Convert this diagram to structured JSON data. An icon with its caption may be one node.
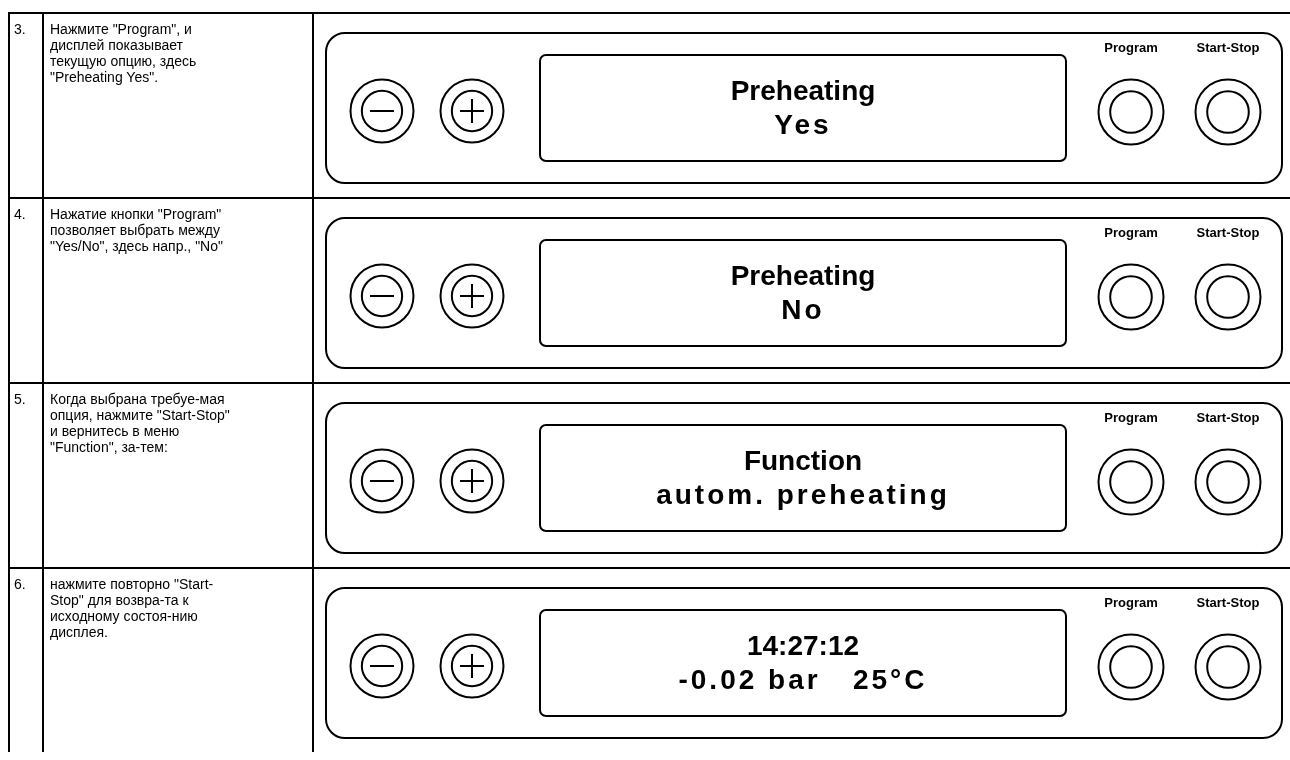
{
  "diagram": {
    "nodes": [
      {
        "text": [],
        "shape": "box"
      },
      {
        "text": [],
        "shape": "circle",
        "in": 0
      },
      {
        "text": [],
        "shape": "circle",
        "in": 0
      },
      {
        "text": [
          "Preheating",
          "Yes"
        ],
        "in": 0
      },
      {
        "text": [
          "Program"
        ],
        "in": 0
      },
      {
        "text": [
          "Start-Stop"
        ],
        "in": 0
      },
      {
        "text": [],
        "shape": "box"
      },
      {
        "text": [],
        "shape": "circle",
        "in": 6
      },
      {
        "text": [],
        "shape": "circle",
        "in": 6
      },
      {
        "text": [
          "Preheating",
          "No"
        ],
        "in": 6
      },
      {
        "text": [
          "Program"
        ],
        "in": 6
      },
      {
        "text": [
          "Start-Stop"
        ],
        "in": 6
      },
      {
        "text": [],
        "shape": "box"
      },
      {
        "text": [],
        "shape": "circle",
        "in": 12
      },
      {
        "text": [],
        "shape": "circle",
        "in": 12
      },
      {
        "text": [
          "Function",
          "autom. preheating"
        ],
        "in": 12
      },
      {
        "text": [
          "Program"
        ],
        "in": 12
      },
      {
        "text": [
          "Start-Stop"
        ],
        "in": 12
      },
      {
        "text": [],
        "shape": "box"
      },
      {
        "text": [],
        "shape": "circle",
        "in": 18
      },
      {
        "text": [],
        "shape": "circle",
        "in": 18
      },
      {
        "text": [
          "14:27:12",
          "-0.02 bar   25°C"
        ],
        "in": 18
      },
      {
        "text": [
          "Program"
        ],
        "in": 18
      },
      {
        "text": [
          "Start-Stop"
        ],
        "in": 18
      }
    ],
    "edges": [],
    "labels": [
      "3.",
      "Нажмите \"Program\", и дисплей показывает текущую опцию, здесь \"Preheating Yes\".",
      "4.",
      "Нажатие кнопки \"Program\"  позволяет выбрать между \"Yes/No\", здесь напр., \"No\"",
      "5.",
      "Когда выбрана требуе-мая опция, нажмите \"Start-Stop\" и вернитесь в меню \"Function\", за-тем:",
      "6.",
      "нажмите повторно \"Start-Stop\" для возвра-та к исходному состоя-нию дисплея."
    ]
  }
}
